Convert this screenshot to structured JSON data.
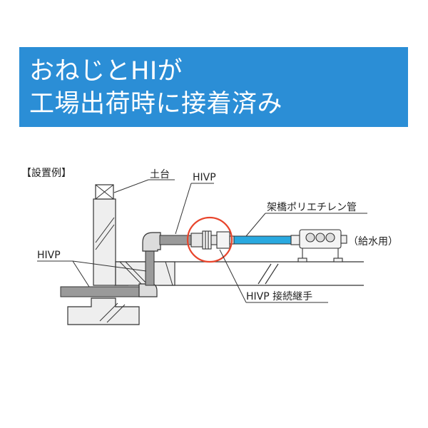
{
  "banner": {
    "line1": "おねじとHIが",
    "line2": "工場出荷時に接着済み",
    "bg_color": "#2b8ed6"
  },
  "diagram": {
    "example_label": "【設置例】",
    "labels": {
      "sill": "土台",
      "hivp_top": "HIVP",
      "crosslinked_pipe": "架橋ポリエチレン管",
      "hivp_left": "HIVP",
      "water_supply": "（給水用）",
      "hivp_joint": "HIVP 接続継手"
    },
    "colors": {
      "pipe_gray": "#9a9a9a",
      "pipe_blue": "#29a9e0",
      "highlight_circle": "#e8452c",
      "structure_fill": "#eeeeee",
      "line": "#333333"
    }
  }
}
